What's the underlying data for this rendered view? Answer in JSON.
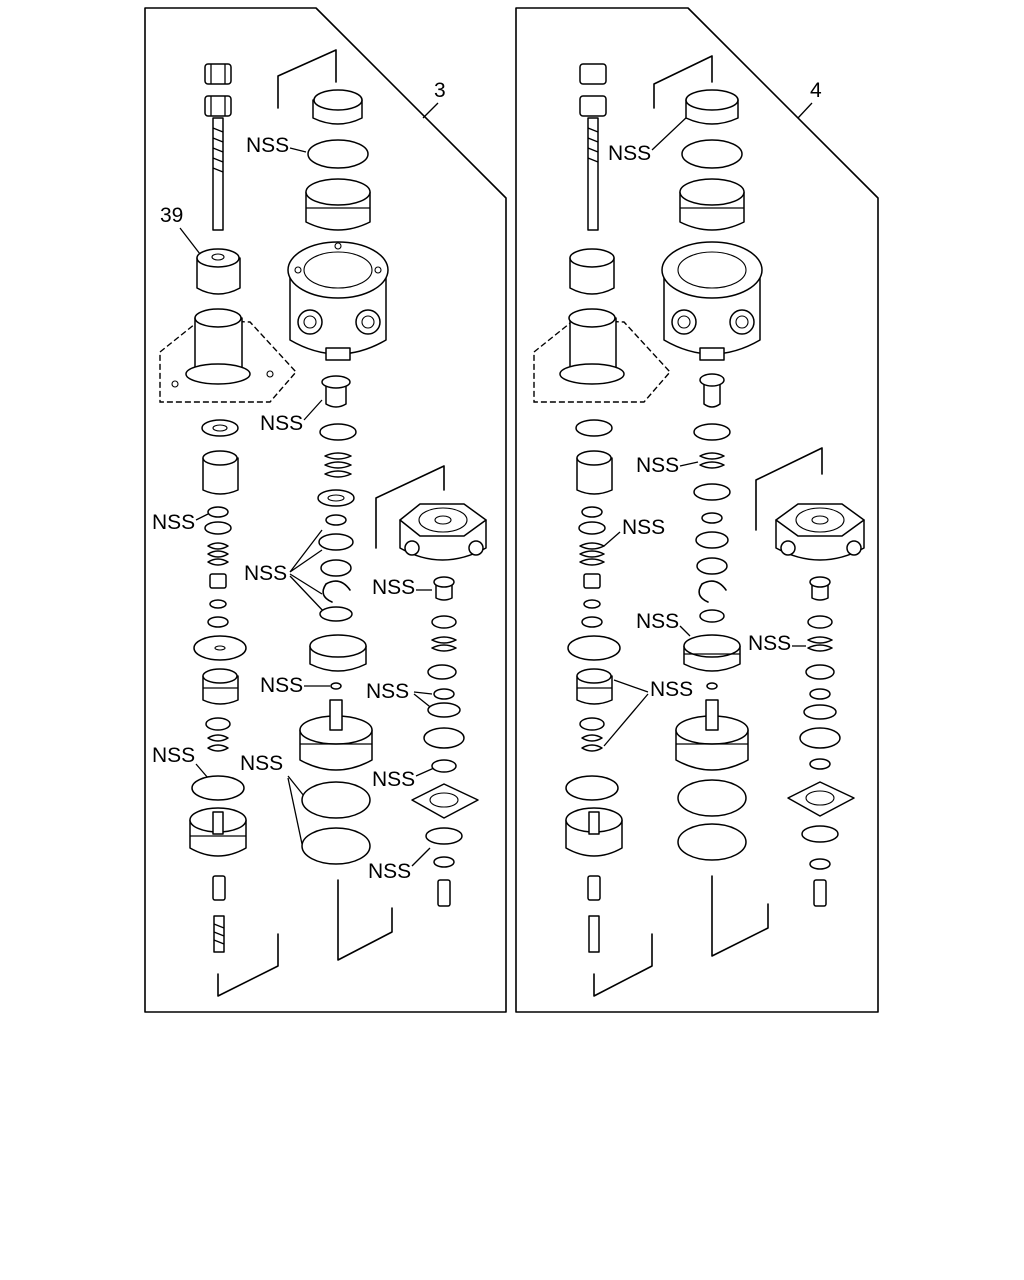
{
  "panels": [
    {
      "number": "3",
      "labels": [
        "39",
        "NSS",
        "NSS",
        "NSS",
        "NSS",
        "NSS",
        "NSS",
        "NSS",
        "NSS",
        "NSS",
        "NSS",
        "NSS"
      ]
    },
    {
      "number": "4",
      "labels": [
        "NSS",
        "NSS",
        "NSS",
        "NSS",
        "NSS",
        "NSS"
      ]
    }
  ]
}
